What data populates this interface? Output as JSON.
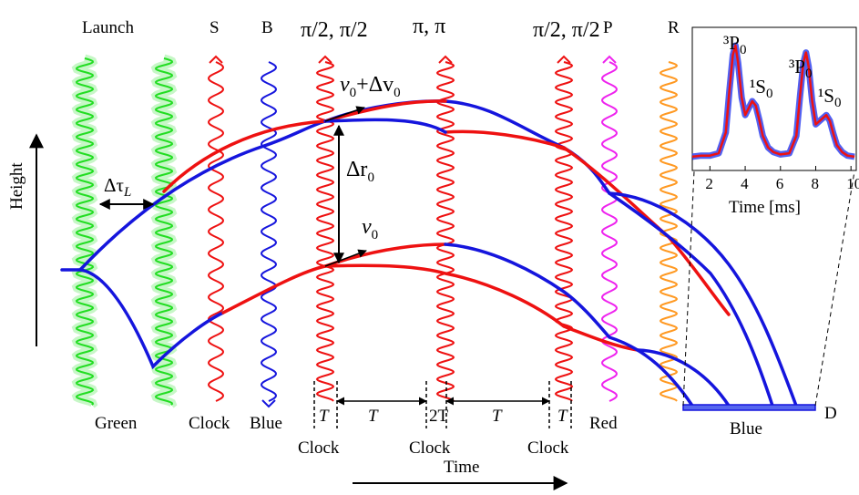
{
  "top_labels": {
    "launch": "Launch",
    "s": "S",
    "b": "B",
    "pi_half_1": "π/2, π/2",
    "pi_pi": "π, π",
    "pi_half_2": "π/2, π/2",
    "p": "P",
    "r": "R"
  },
  "bottom_labels": {
    "green": "Green",
    "clock": "Clock",
    "blue": "Blue",
    "clock_1": "Clock",
    "clock_2": "Clock",
    "clock_3": "Clock",
    "red": "Red",
    "detector_blue": "Blue",
    "detector_d": "D"
  },
  "timing": {
    "t1": "T",
    "t2": "T",
    "t3": "2T",
    "t4": "T",
    "t5": "T"
  },
  "annotations": {
    "delta_tau": "Δτ",
    "delta_tau_sub": "L",
    "v0_plus": "v",
    "v0_plus_rest": "+Δv",
    "delta_r": "Δr",
    "v0": "v",
    "sub_zero": "0"
  },
  "axes": {
    "height": "Height",
    "time": "Time"
  },
  "inset": {
    "peak_3p0": "³P",
    "peak_1s0": "¹S",
    "sub_zero": "0",
    "xlabel": "Time [ms]",
    "xticks": [
      "2",
      "4",
      "6",
      "8",
      "10"
    ]
  },
  "colors": {
    "green": "#22dd22",
    "red": "#ee1111",
    "blue": "#1515dd",
    "magenta": "#ee22ee",
    "orange": "#ff9922"
  },
  "chart_data": {
    "type": "line",
    "xlabel": "Time [ms]",
    "xlim": [
      1,
      10.3
    ],
    "xticks": [
      2,
      4,
      6,
      8,
      10
    ],
    "series": [
      {
        "x": [
          1.0,
          1.5,
          2.0,
          2.5,
          2.9,
          3.1,
          3.3,
          3.45,
          3.6,
          3.8,
          4.0,
          4.2,
          4.4,
          4.6,
          4.8,
          5.0,
          5.3,
          5.6,
          6.0,
          6.5,
          6.9,
          7.1,
          7.3,
          7.45,
          7.6,
          7.8,
          8.0,
          8.3,
          8.6,
          8.8,
          9.0,
          9.2,
          9.5,
          9.8,
          10.2
        ],
        "y": [
          0.04,
          0.05,
          0.05,
          0.07,
          0.25,
          0.6,
          0.92,
          1.0,
          0.85,
          0.55,
          0.4,
          0.46,
          0.52,
          0.48,
          0.36,
          0.22,
          0.12,
          0.08,
          0.06,
          0.07,
          0.22,
          0.55,
          0.85,
          0.94,
          0.82,
          0.52,
          0.32,
          0.36,
          0.4,
          0.35,
          0.24,
          0.14,
          0.08,
          0.05,
          0.04
        ]
      }
    ]
  }
}
